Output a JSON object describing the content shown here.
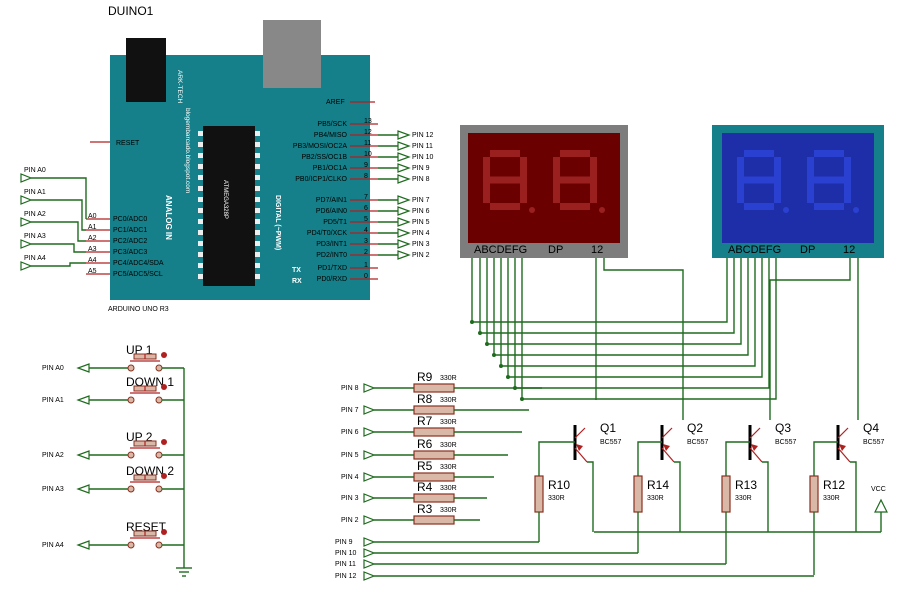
{
  "board": {
    "name": "DUINO1",
    "model": "ARDUINO UNO R3",
    "chip": "ATMEGA328P",
    "site": "blogembarcado.blogspot.com",
    "maker": "ARK-TECH",
    "analog_title": "ANALOG IN",
    "digital_title": "DIGITAL (~PWM)",
    "reset": "RESET",
    "aref": "AREF",
    "analog_pins": [
      {
        "label": "PC0/ADC0",
        "num": "A0"
      },
      {
        "label": "PC1/ADC1",
        "num": "A1"
      },
      {
        "label": "PC2/ADC2",
        "num": "A2"
      },
      {
        "label": "PC3/ADC3",
        "num": "A3"
      },
      {
        "label": "PC4/ADC4/SDA",
        "num": "A4"
      },
      {
        "label": "PC5/ADC5/SCL",
        "num": "A5"
      }
    ],
    "digital_pins": [
      {
        "label": "PB5/SCK",
        "num": "13"
      },
      {
        "label": "PB4/MISO",
        "num": "12"
      },
      {
        "label": "PB3/MOSI/OC2A",
        "num": "11"
      },
      {
        "label": "PB2/SS/OC1B",
        "num": "10"
      },
      {
        "label": "PB1/OC1A",
        "num": "9"
      },
      {
        "label": "PB0/ICP1/CLKO",
        "num": "8"
      },
      {
        "label": "PD7/AIN1",
        "num": "7"
      },
      {
        "label": "PD6/AIN0",
        "num": "6"
      },
      {
        "label": "PD5/T1",
        "num": "5"
      },
      {
        "label": "PD4/T0/XCK",
        "num": "4"
      },
      {
        "label": "PD3/INT1",
        "num": "3"
      },
      {
        "label": "PD2/INT0",
        "num": "2"
      },
      {
        "label": "PD1/TXD",
        "num": "1"
      },
      {
        "label": "PD0/RXD",
        "num": "0"
      }
    ],
    "tx": "TX",
    "rx": "RX"
  },
  "left_ports": [
    "PIN A0",
    "PIN A1",
    "PIN A2",
    "PIN A3",
    "PIN A4"
  ],
  "right_ports": [
    "PIN 12",
    "PIN 11",
    "PIN 10",
    "PIN 9",
    "PIN 8",
    "PIN 7",
    "PIN 6",
    "PIN 5",
    "PIN 4",
    "PIN 3",
    "PIN 2"
  ],
  "buttons": [
    {
      "name": "UP 1",
      "port": "PIN A0"
    },
    {
      "name": "DOWN 1",
      "port": "PIN A1"
    },
    {
      "name": "UP 2",
      "port": "PIN A2"
    },
    {
      "name": "DOWN 2",
      "port": "PIN A3"
    },
    {
      "name": "RESET",
      "port": "PIN A4"
    }
  ],
  "displays": {
    "seg_label": "ABCDEFG",
    "dp_label": "DP",
    "digit_label": "12",
    "colors": {
      "red_body": "#6b0000",
      "red_seg": "#8c1a1a",
      "blue_body": "#1d2ea8",
      "blue_seg": "#2a3cc4",
      "frame": "#7d7d7d",
      "teal": "#15808a"
    }
  },
  "resistors": [
    {
      "name": "R9",
      "value": "330R",
      "port": "PIN 8"
    },
    {
      "name": "R8",
      "value": "330R",
      "port": "PIN 7"
    },
    {
      "name": "R7",
      "value": "330R",
      "port": "PIN 6"
    },
    {
      "name": "R6",
      "value": "330R",
      "port": "PIN 5"
    },
    {
      "name": "R5",
      "value": "330R",
      "port": "PIN 4"
    },
    {
      "name": "R4",
      "value": "330R",
      "port": "PIN 3"
    },
    {
      "name": "R3",
      "value": "330R",
      "port": "PIN 2"
    }
  ],
  "base_resistors": [
    {
      "name": "R10",
      "value": "330R"
    },
    {
      "name": "R14",
      "value": "330R"
    },
    {
      "name": "R13",
      "value": "330R"
    },
    {
      "name": "R12",
      "value": "330R"
    }
  ],
  "transistors": [
    {
      "name": "Q1",
      "model": "BC557"
    },
    {
      "name": "Q2",
      "model": "BC557"
    },
    {
      "name": "Q3",
      "model": "BC557"
    },
    {
      "name": "Q4",
      "model": "BC557"
    }
  ],
  "bottom_ports": [
    "PIN 9",
    "PIN 10",
    "PIN 11",
    "PIN 12"
  ],
  "vcc": "VCC"
}
